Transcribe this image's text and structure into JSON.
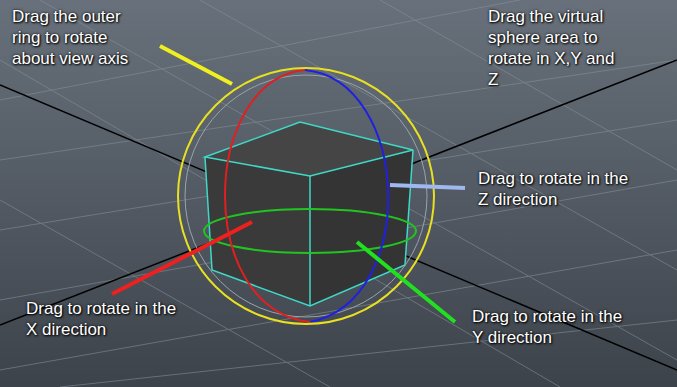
{
  "diagram": {
    "labels": [
      "Drag the outer ring to rotate about view axis",
      "Drag the virtual sphere area to rotate in X,Y and Z",
      "Drag to rotate in the Z direction",
      "Drag to rotate in the X direction",
      "Drag to rotate in the Y direction"
    ]
  }
}
